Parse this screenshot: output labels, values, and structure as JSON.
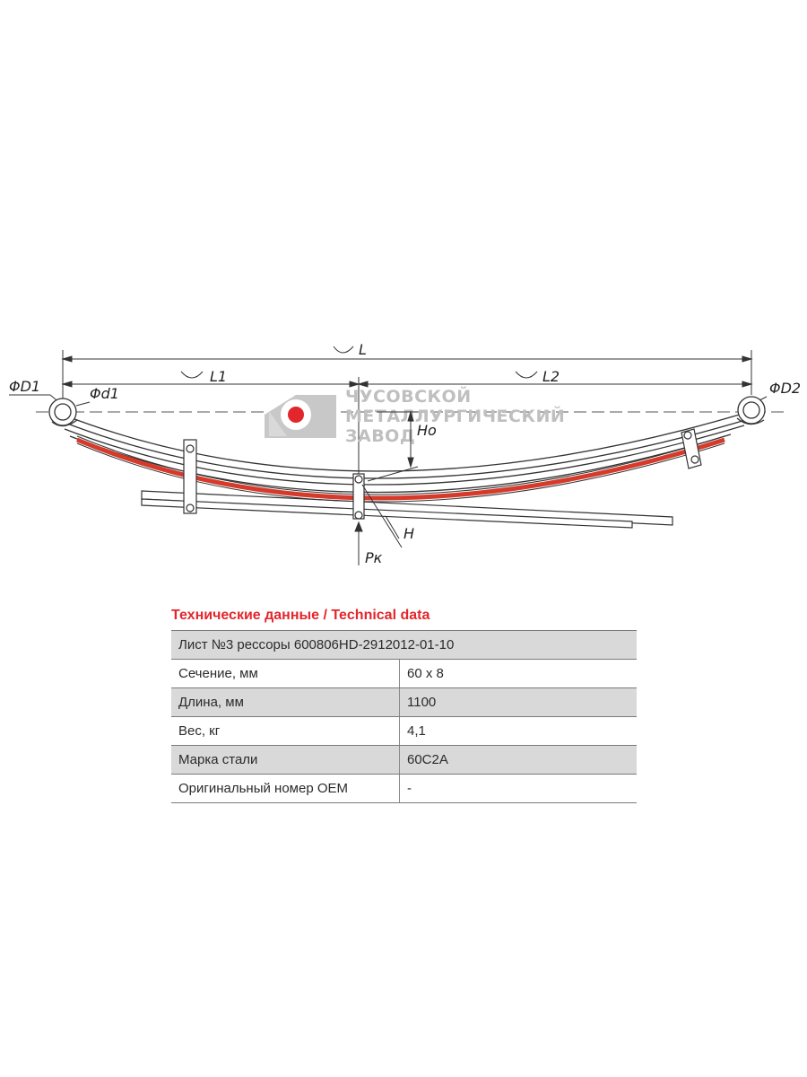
{
  "labels": {
    "L": "L",
    "L1": "L1",
    "L2": "L2",
    "D1": "ΦD1",
    "d1": "Φd1",
    "D2": "ΦD2",
    "Ho": "Ho",
    "H": "H",
    "Pk": "Pк"
  },
  "watermark": {
    "line1": "ЧУСОВСКОЙ",
    "line2": "МЕТАЛЛУРГИЧЕСКИЙ",
    "line3": "ЗАВОД"
  },
  "colors": {
    "accent": "#e3262b",
    "leaf_red": "#d63a2a",
    "line": "#333333",
    "watermark": "#bfbfbf"
  },
  "table": {
    "title": "Технические данные / Technical data",
    "header": "Лист №3 рессоры 600806HD-2912012-01-10",
    "rows": [
      {
        "label": "Сечение, мм",
        "value": "60 х 8"
      },
      {
        "label": "Длина, мм",
        "value": "1100"
      },
      {
        "label": "Вес, кг",
        "value": "4,1"
      },
      {
        "label": "Марка стали",
        "value": "60С2А"
      },
      {
        "label": "Оригинальный номер OEM",
        "value": "-"
      }
    ]
  }
}
